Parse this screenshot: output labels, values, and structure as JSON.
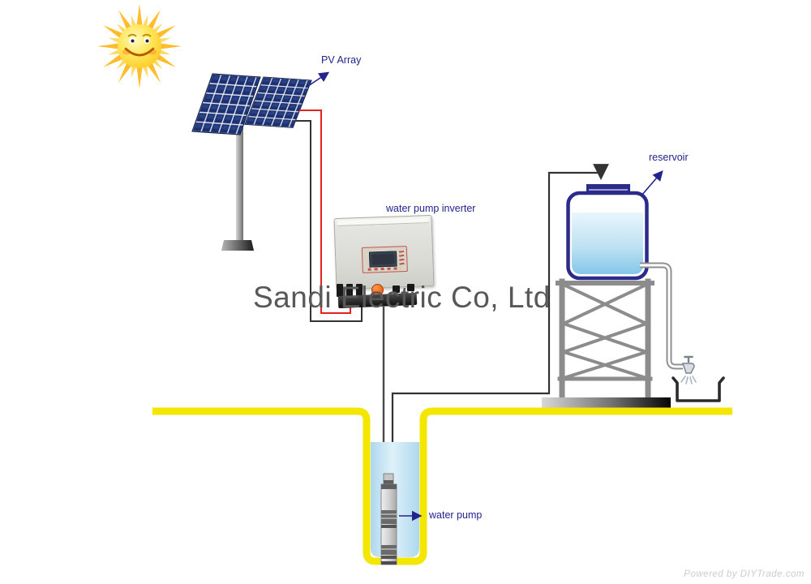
{
  "watermark": "Sandi Electric Co, Ltd",
  "credit": "Powered by DIYTrade.com",
  "labels": {
    "pv_array": "PV Array",
    "inverter": "water pump inverter",
    "reservoir": "reservoir",
    "water_pump": "water pump"
  },
  "colors": {
    "label_text": "#23238f",
    "watermark": "#585858",
    "credit": "#cccccc",
    "panel_navy": "#1d2f6e",
    "panel_cell": "#31519b",
    "ground_yellow": "#f3e600",
    "well_water": "#cfe9f6",
    "tank_border": "#2b2b8a",
    "tank_water": "#8ac8ea",
    "wire_red": "#e42320",
    "wire_black": "#333333",
    "cable_gray": "#4a4a4a",
    "pipe_gray": "#8f8f8f",
    "frame_gray": "#8c8c8c",
    "sun_ray": "#ffb920",
    "sun_face": "#ffe14d"
  }
}
